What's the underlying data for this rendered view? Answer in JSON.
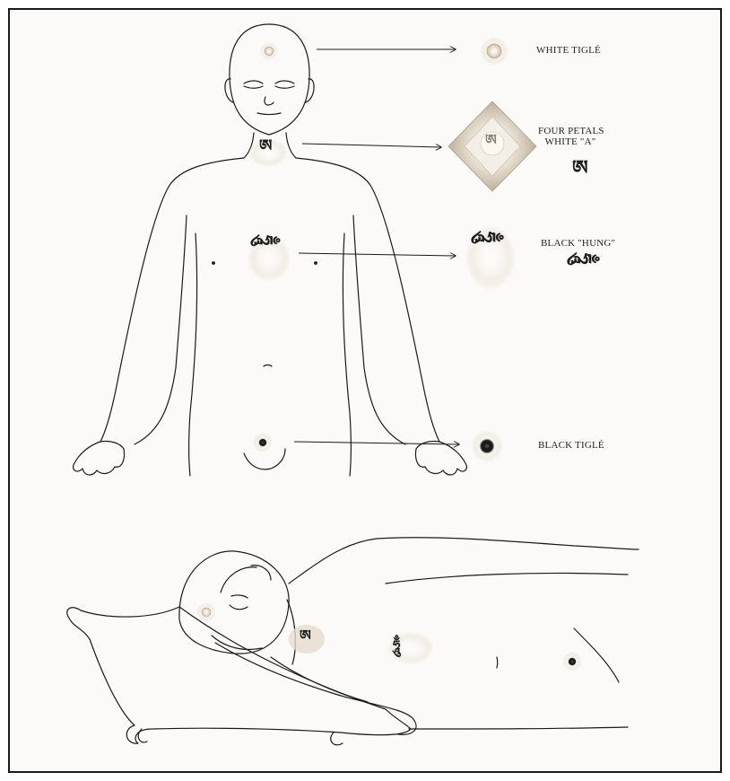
{
  "labels": {
    "white_tigle": "WHITE TIGLÉ",
    "four_petals_line1": "FOUR PETALS",
    "four_petals_line2": "WHITE \"A\"",
    "black_hung": "BLACK \"HUNG\"",
    "black_tigle": "BLACK TIGLÉ"
  },
  "glyphs": {
    "a_syllable": "ཨ",
    "hung_syllable": "ཧཱུྃ"
  },
  "colors": {
    "line": "#1a1a1a",
    "white_tigle": "#e7dccb",
    "petals": "#d8cfc0",
    "black_tigle": "#111111",
    "halo": "#ede7de"
  }
}
